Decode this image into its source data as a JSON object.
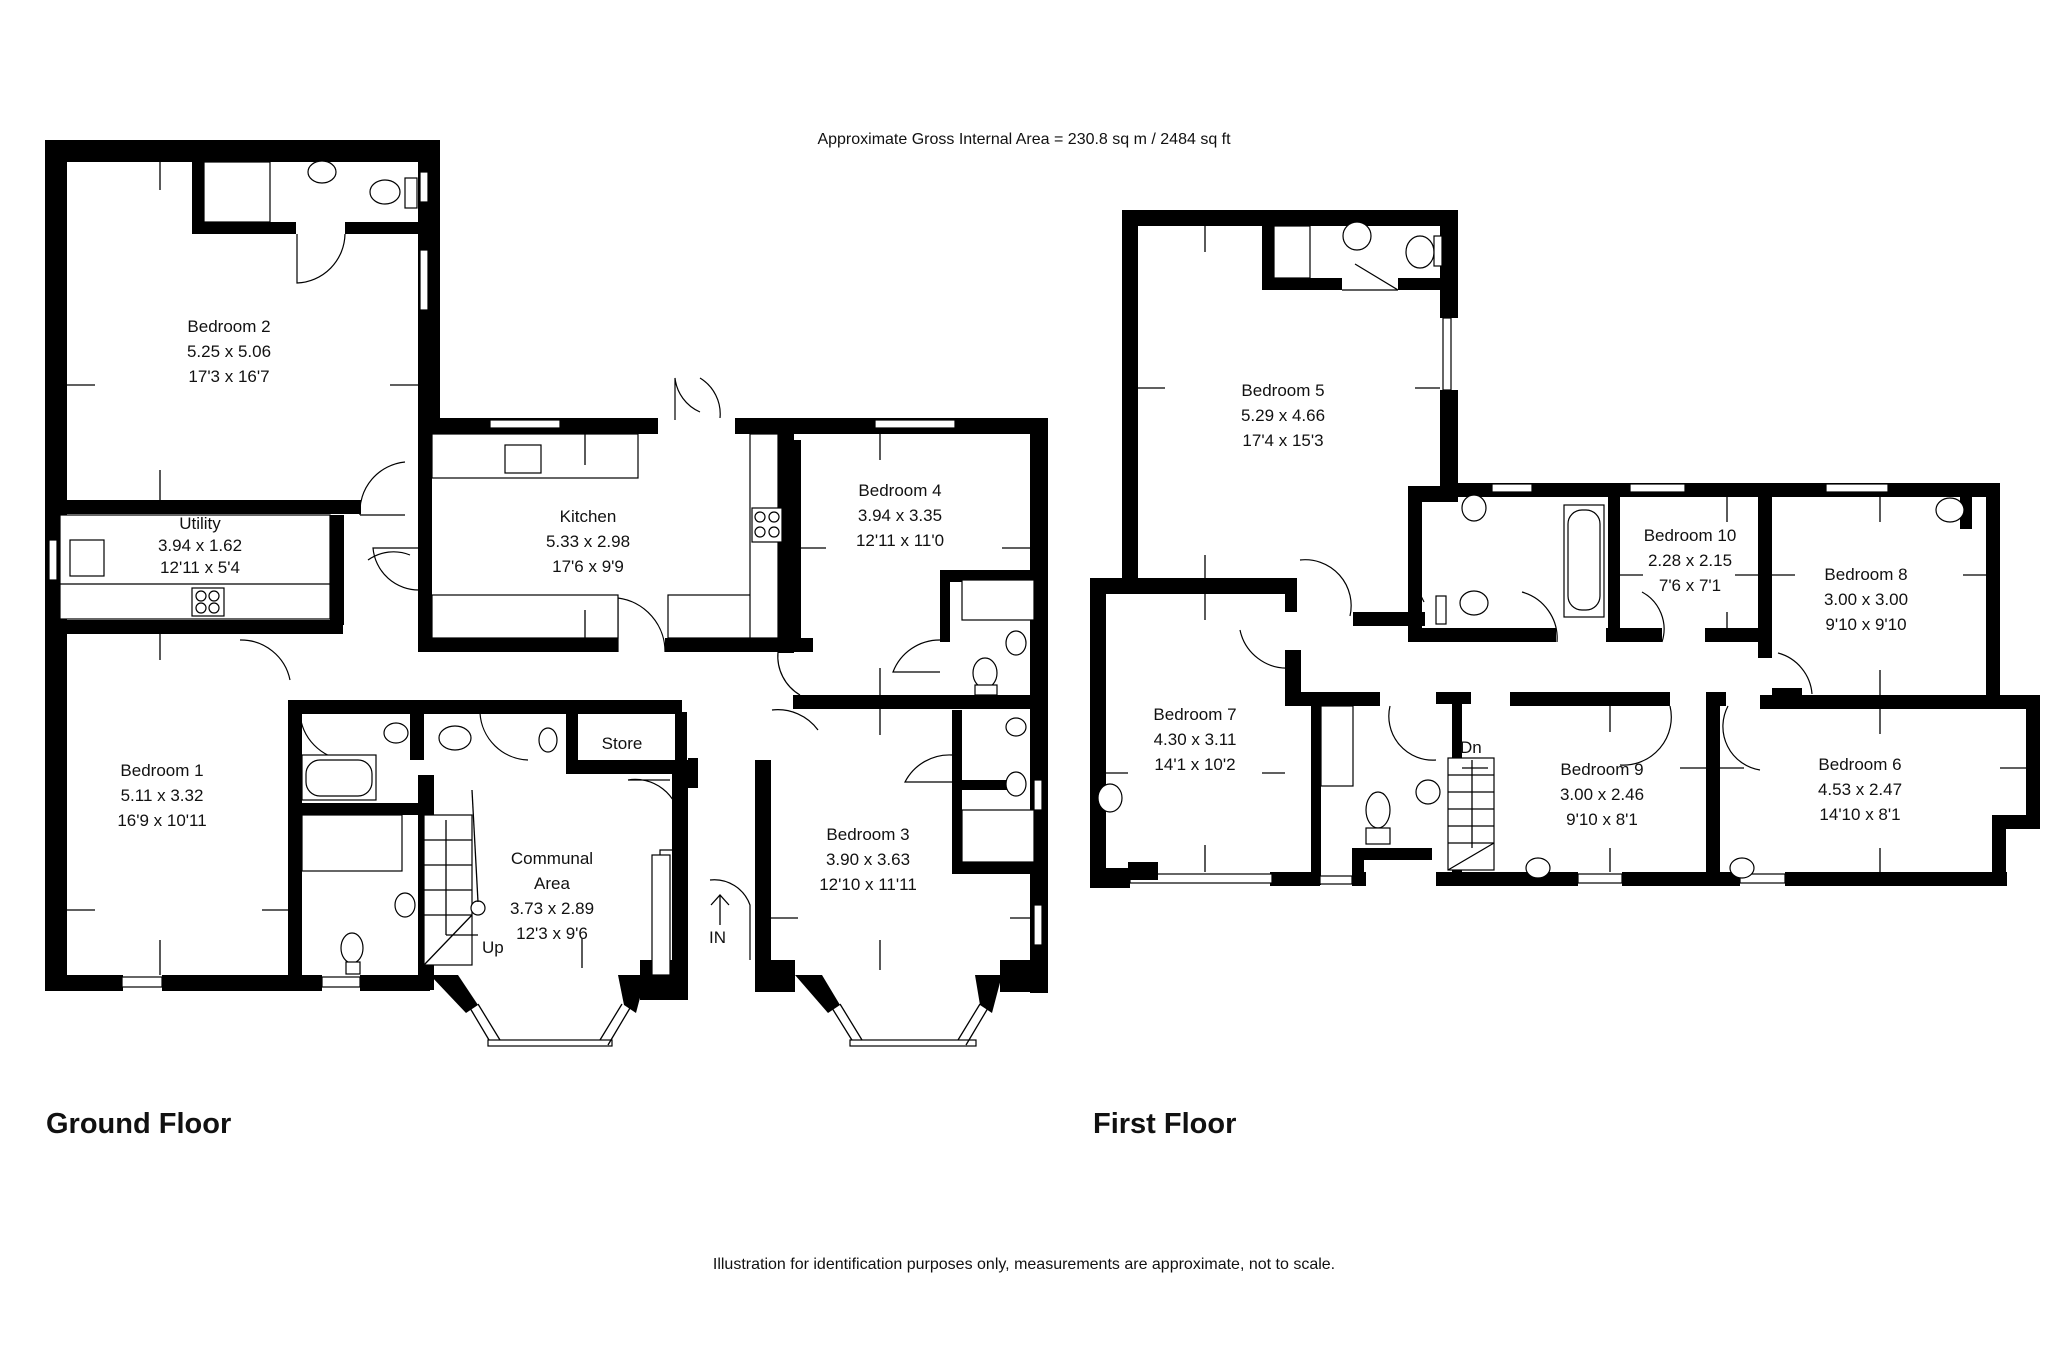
{
  "header": {
    "gross_area": "Approximate Gross Internal Area = 230.8 sq m / 2484 sq ft"
  },
  "ground_floor": {
    "title": "Ground Floor",
    "rooms": [
      {
        "name": "Bedroom 2",
        "metric": "5.25 x 5.06",
        "imperial": "17'3 x 16'7"
      },
      {
        "name": "Utility",
        "metric": "3.94 x 1.62",
        "imperial": "12'11 x 5'4"
      },
      {
        "name": "Kitchen",
        "metric": "5.33 x 2.98",
        "imperial": "17'6 x 9'9"
      },
      {
        "name": "Bedroom 4",
        "metric": "3.94 x 3.35",
        "imperial": "12'11 x 11'0"
      },
      {
        "name": "Bedroom 1",
        "metric": "5.11 x 3.32",
        "imperial": "16'9 x 10'11"
      },
      {
        "name": "Communal Area",
        "name_line1": "Communal",
        "name_line2": "Area",
        "metric": "3.73 x 2.89",
        "imperial": "12'3 x 9'6"
      },
      {
        "name": "Bedroom 3",
        "metric": "3.90 x 3.63",
        "imperial": "12'10 x 11'11"
      },
      {
        "name": "Store"
      }
    ],
    "stairs_label": "Up",
    "entrance_label": "IN"
  },
  "first_floor": {
    "title": "First Floor",
    "rooms": [
      {
        "name": "Bedroom 5",
        "metric": "5.29 x 4.66",
        "imperial": "17'4 x 15'3"
      },
      {
        "name": "Bedroom 10",
        "metric": "2.28 x 2.15",
        "imperial": "7'6 x 7'1"
      },
      {
        "name": "Bedroom 8",
        "metric": "3.00 x 3.00",
        "imperial": "9'10 x 9'10"
      },
      {
        "name": "Bedroom 7",
        "metric": "4.30 x 3.11",
        "imperial": "14'1 x 10'2"
      },
      {
        "name": "Bedroom 9",
        "metric": "3.00 x 2.46",
        "imperial": "9'10 x 8'1"
      },
      {
        "name": "Bedroom 6",
        "metric": "4.53 x 2.47",
        "imperial": "14'10 x 8'1"
      }
    ],
    "stairs_label": "Dn"
  },
  "footer": {
    "disclaimer": "Illustration for identification purposes only, measurements are approximate, not to scale."
  },
  "colors": {
    "wall": "#000000",
    "background": "#ffffff",
    "text": "#111111"
  }
}
